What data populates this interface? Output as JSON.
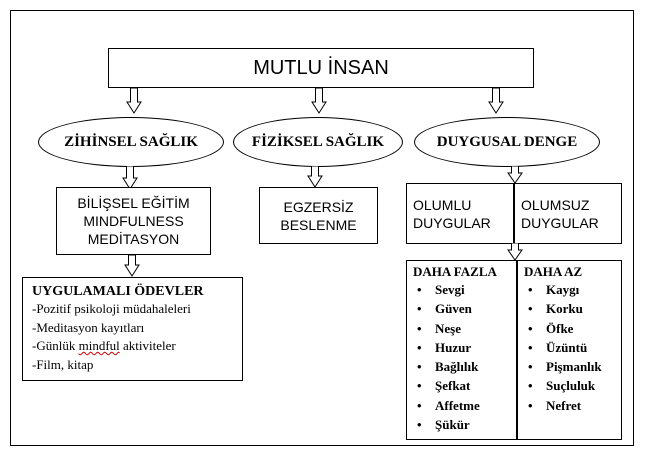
{
  "root": {
    "title": "MUTLU İNSAN"
  },
  "categories": [
    {
      "label": "ZİHİNSEL SAĞLIK"
    },
    {
      "label": "FİZİKSEL SAĞLIK"
    },
    {
      "label": "DUYGUSAL DENGE"
    }
  ],
  "mental": {
    "box_lines": [
      "BİLİŞSEL EĞİTİM",
      "MINDFULNESS",
      "MEDİTASYON"
    ],
    "practice_title": "UYGULAMALI ÖDEVLER",
    "practice_items": [
      "-Pozitif psikoloji müdahaleleri",
      "-Meditasyon kayıtları",
      "-Günlük",
      "mindful",
      "aktiviteler",
      "-Film, kitap"
    ]
  },
  "physical": {
    "box_lines": [
      "EGZERSİZ",
      "BESLENME"
    ]
  },
  "emotional": {
    "positive_lines": [
      "OLUMLU",
      "DUYGULAR"
    ],
    "negative_lines": [
      "OLUMSUZ",
      "DUYGULAR"
    ],
    "more_title": "DAHA FAZLA",
    "more_items": [
      "Sevgi",
      "Güven",
      "Neşe",
      "Huzur",
      "Bağlılık",
      "Şefkat",
      "Affetme",
      "Şükür"
    ],
    "less_title": "DAHA AZ",
    "less_items": [
      "Kaygı",
      "Korku",
      "Öfke",
      "Üzüntü",
      "Pişmanlık",
      "Suçluluk",
      "Nefret"
    ]
  },
  "colors": {
    "line": "#000000",
    "background": "#ffffff",
    "spellcheck": "#d00000"
  }
}
